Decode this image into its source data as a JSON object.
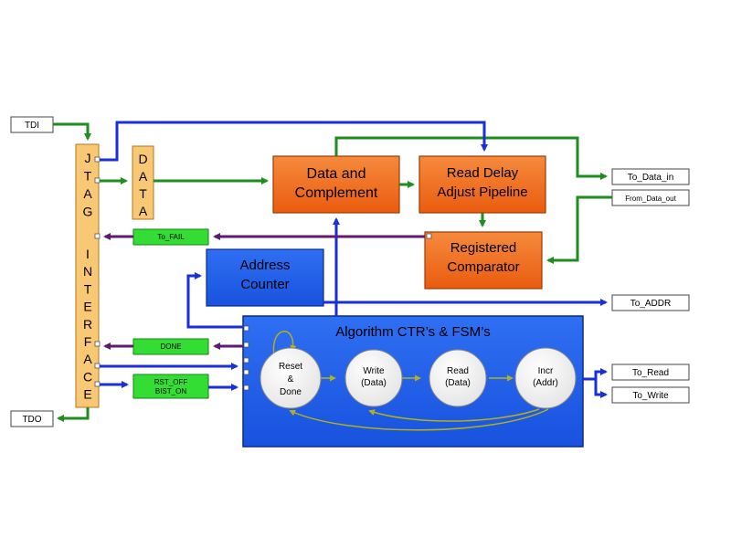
{
  "io": {
    "tdi": "TDI",
    "tdo": "TDO",
    "to_data_in": "To_Data_in",
    "from_data_out": "From_Data_out",
    "to_addr": "To_ADDR",
    "to_read": "To_Read",
    "to_write": "To_Write"
  },
  "jtag": {
    "letters": [
      "J",
      "T",
      "A",
      "G",
      "I",
      "N",
      "T",
      "E",
      "R",
      "F",
      "A",
      "C",
      "E"
    ]
  },
  "data_reg": {
    "letters": [
      "D",
      "A",
      "T",
      "A"
    ]
  },
  "blocks": {
    "data_complement": [
      "Data and",
      "Complement"
    ],
    "read_delay": [
      "Read Delay",
      "Adjust Pipeline"
    ],
    "registered_comparator": [
      "Registered",
      "Comparator"
    ],
    "address_counter": [
      "Address",
      "Counter"
    ],
    "algorithm": "Algorithm CTR’s & FSM’s"
  },
  "signals": {
    "to_fail": "To_FAIL",
    "done": "DONE",
    "rst_off": "RST_OFF",
    "bist_on": "BIST_ON"
  },
  "states": [
    [
      "Reset",
      "&",
      "Done"
    ],
    [
      "Write",
      "(Data)"
    ],
    [
      "Read",
      "(Data)"
    ],
    [
      "Incr",
      "(Addr)"
    ]
  ],
  "colors": {
    "orange": "#f26d1e",
    "blue": "#1f5fe8",
    "jtag": "#f8c874",
    "green_box": "#33dd33",
    "arrow_green": "#1e8c1e",
    "arrow_blue": "#1a2fd8",
    "arrow_purple": "#5e1a6e",
    "arrow_olive": "#b0b020"
  }
}
